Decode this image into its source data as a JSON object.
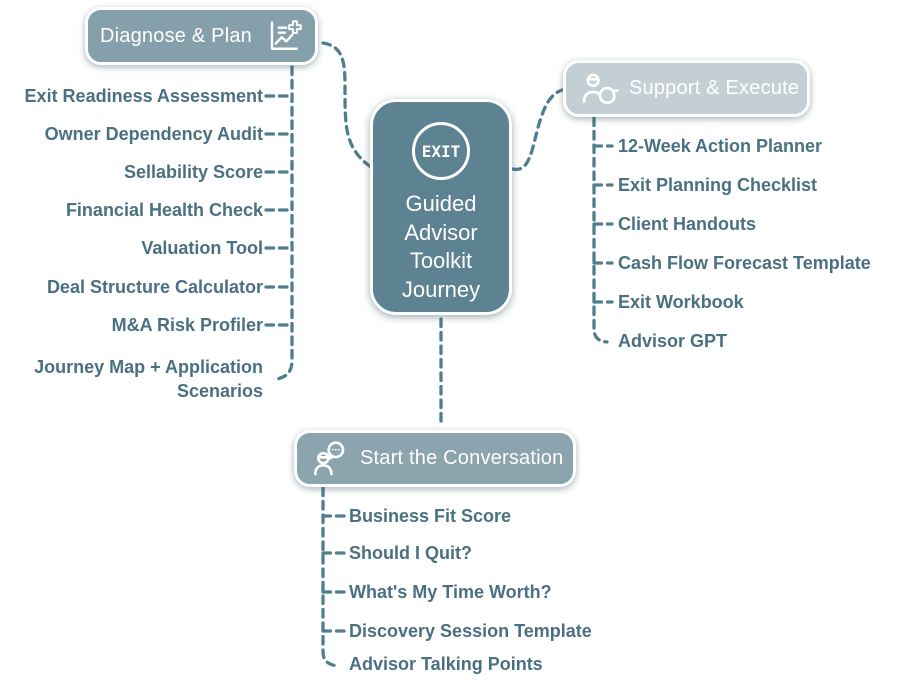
{
  "colors": {
    "node_dark": "#5d8291",
    "pill_medium": "#85a0aa",
    "pill_start": "#8ba4ad",
    "pill_light": "#c4cfd5",
    "dash": "#4f7e8d",
    "text": "#4a7181"
  },
  "center": {
    "logo_text": "EXIT",
    "title_lines": [
      "Guided",
      "Advisor",
      "Toolkit",
      "Journey"
    ]
  },
  "branch_diagnose": {
    "label": "Diagnose & Plan",
    "items": [
      "Exit Readiness Assessment",
      "Owner Dependency Audit",
      "Sellability Score",
      "Financial Health Check",
      "Valuation Tool",
      "Deal Structure Calculator",
      "M&A Risk Profiler",
      "Journey Map + Application Scenarios"
    ]
  },
  "branch_support": {
    "label": "Support & Execute",
    "items": [
      "12-Week Action Planner",
      "Exit Planning Checklist",
      "Client Handouts",
      "Cash Flow Forecast Template",
      "Exit Workbook",
      "Advisor GPT"
    ]
  },
  "branch_start": {
    "label": "Start the Conversation",
    "items": [
      "Business Fit Score",
      "Should I Quit?",
      "What's My Time Worth?",
      "Discovery Session Template",
      "Advisor Talking Points"
    ]
  }
}
